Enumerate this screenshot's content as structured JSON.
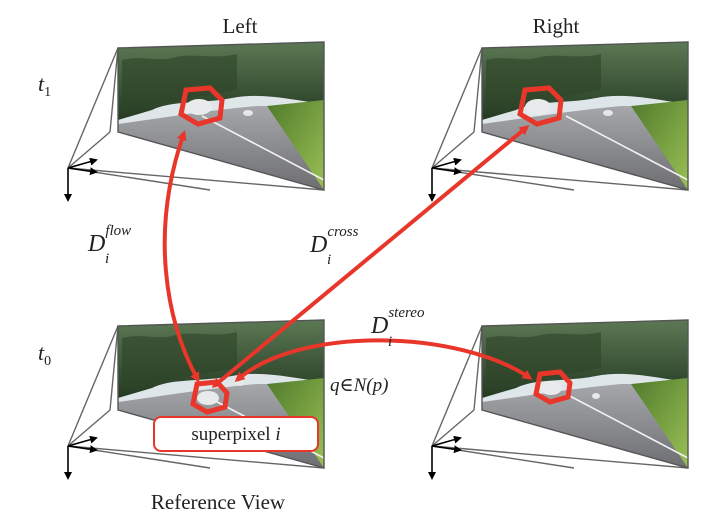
{
  "columns": {
    "left": "Left",
    "right": "Right"
  },
  "times": {
    "t1": {
      "base": "t",
      "sub": "1"
    },
    "t0": {
      "base": "t",
      "sub": "0"
    }
  },
  "labels": {
    "flow": {
      "base": "D",
      "sub": "i",
      "sup": "flow"
    },
    "cross": {
      "base": "D",
      "sub": "i",
      "sup": "cross"
    },
    "stereo": {
      "base": "D",
      "sub": "i",
      "sup": "stereo"
    }
  },
  "superpixel": {
    "text": "superpixel ",
    "var": "i"
  },
  "neighborhood": "q∈N(p)",
  "reference_view": "Reference View",
  "colors": {
    "arrow": "#e8372a",
    "highlight": "#e8372a",
    "frustum": "#666666",
    "sky": "#e9eef2",
    "trees": "#3b5230",
    "road": "#7e7f83",
    "grass": "#6f9a3c"
  }
}
